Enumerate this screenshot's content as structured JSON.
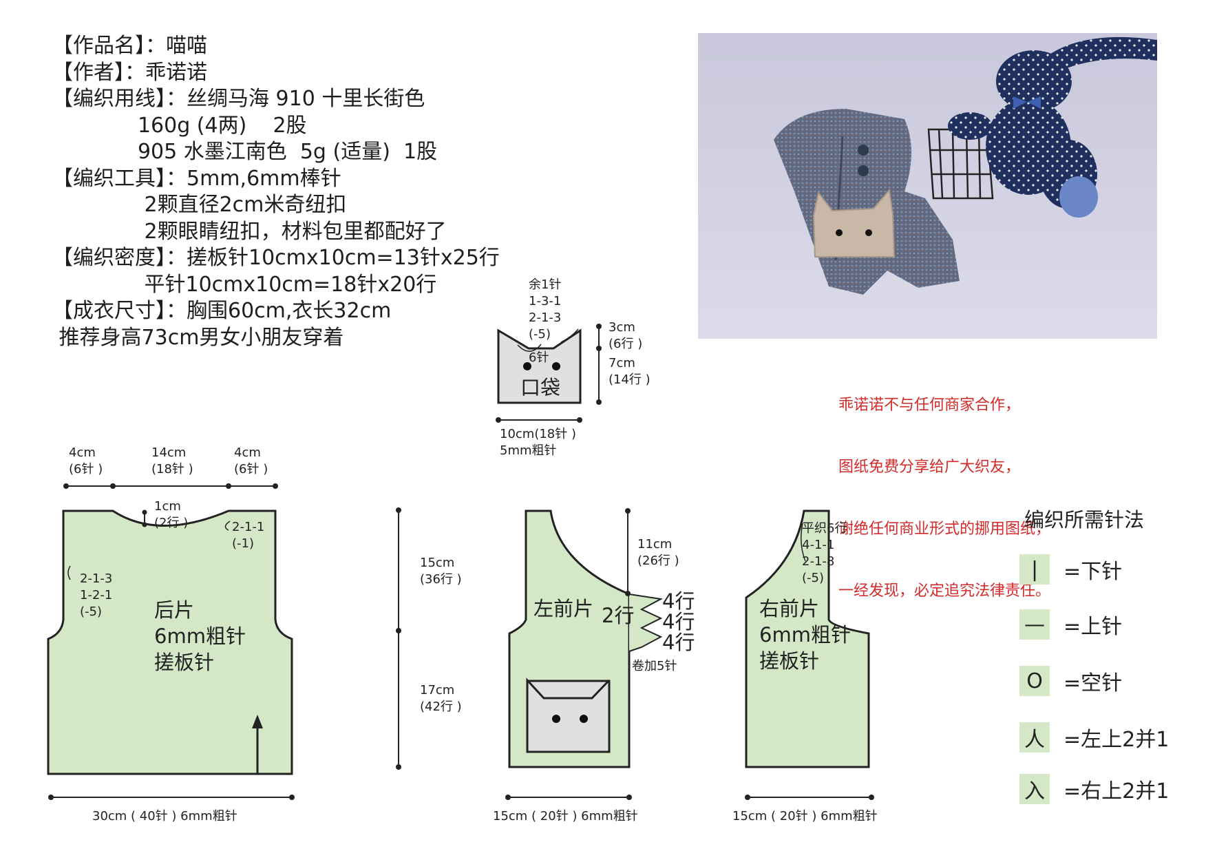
{
  "info": [
    "【作品名】：喵喵",
    "【作者】：乖诺诺",
    "【编织用线】：丝绸马海 910 十里长街色",
    "             160g (4两)    2股",
    "             905 水墨江南色  5g (适量)  1股",
    "【编织工具】：5mm,6mm棒针",
    "              2颗直径2cm米奇纽扣",
    "              2颗眼睛纽扣，材料包里都配好了",
    "【编织密度】：搓板针10cmx10cm=13针x25行",
    "              平针10cmx10cm=18针x20行",
    "【成衣尺寸】：胸围60cm,衣长32cm",
    " 推荐身高73cm男女小朋友穿着"
  ],
  "notice": [
    "乖诺诺不与任何商家合作，",
    "图纸免费分享给广大织友，",
    "谢绝任何商业形式的挪用图纸，",
    "一经发现，必定追究法律责任。"
  ],
  "colors": {
    "panel_fill": "#d4e8c8",
    "outline": "#222222",
    "notice": "#d42a2a",
    "pocket_fill": "#e0e0e0"
  },
  "pocket": {
    "dec": [
      "余1针",
      "1-3-1",
      "2-1-3",
      "(-5)"
    ],
    "center": "6针",
    "label": "口袋",
    "h1": [
      "3cm",
      "(6行 )"
    ],
    "h2": [
      "7cm",
      "(14行 )"
    ],
    "w": [
      "10cm(18针 )",
      "5mm粗针"
    ]
  },
  "back": {
    "w1": [
      "4cm",
      "(6针 )"
    ],
    "w2": [
      "14cm",
      "(18针 )"
    ],
    "w3": [
      "4cm",
      "(6针 )"
    ],
    "depth": [
      "1cm",
      "(2行 )"
    ],
    "neck": [
      "2-1-1",
      "(-1)"
    ],
    "arm": [
      "2-1-3",
      "1-2-1",
      "(-5)"
    ],
    "title": [
      "后片",
      "6mm粗针",
      "搓板针"
    ],
    "bottom": "30cm ( 40针 )  6mm粗针"
  },
  "height": {
    "top": [
      "15cm",
      "(36行 )"
    ],
    "bottom": [
      "17cm",
      "(42行 )"
    ]
  },
  "left_front": {
    "title": "左前片",
    "rows": "2行",
    "h": [
      "11cm",
      "(26行 )"
    ],
    "slits": [
      "4行",
      "4行",
      "4行"
    ],
    "caston": "卷加5针",
    "bottom": "15cm ( 20针 )  6mm粗针"
  },
  "right_front": {
    "dec": [
      "平织6行",
      "4-1-1",
      "2-1-8",
      "(-5)"
    ],
    "title": [
      "右前片",
      "6mm粗针",
      "搓板针"
    ],
    "bottom": "15cm ( 20针 )  6mm粗针"
  },
  "legend": {
    "title": "编织所需针法",
    "items": [
      {
        "symbol": "|",
        "label": "=下针"
      },
      {
        "symbol": "—",
        "label": "=上针"
      },
      {
        "symbol": "O",
        "label": "=空针"
      },
      {
        "symbol": "人",
        "label": "=左上2并1"
      },
      {
        "symbol": "入",
        "label": "=右上2并1"
      }
    ]
  }
}
